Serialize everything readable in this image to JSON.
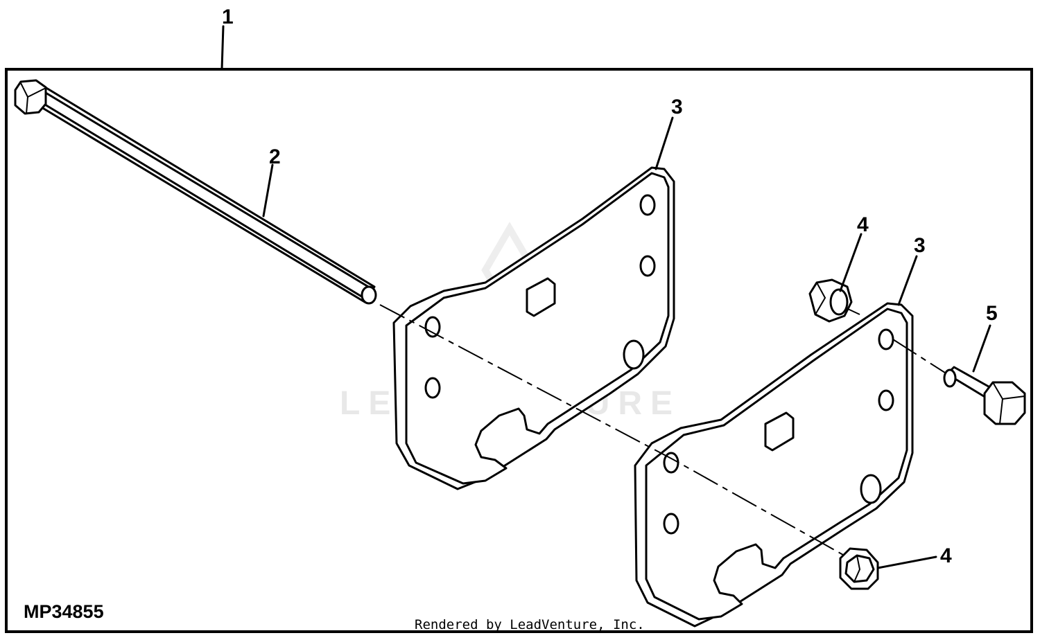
{
  "figure": {
    "id": "MP34855",
    "credit": "Rendered by LeadVenture, Inc.",
    "watermark": "LEADVENTURE"
  },
  "callouts": {
    "assembly": "1",
    "rod": "2",
    "plate_rear": "3",
    "plate_front": "3",
    "nut_upper": "4",
    "nut_lower": "4",
    "bolt": "5"
  }
}
